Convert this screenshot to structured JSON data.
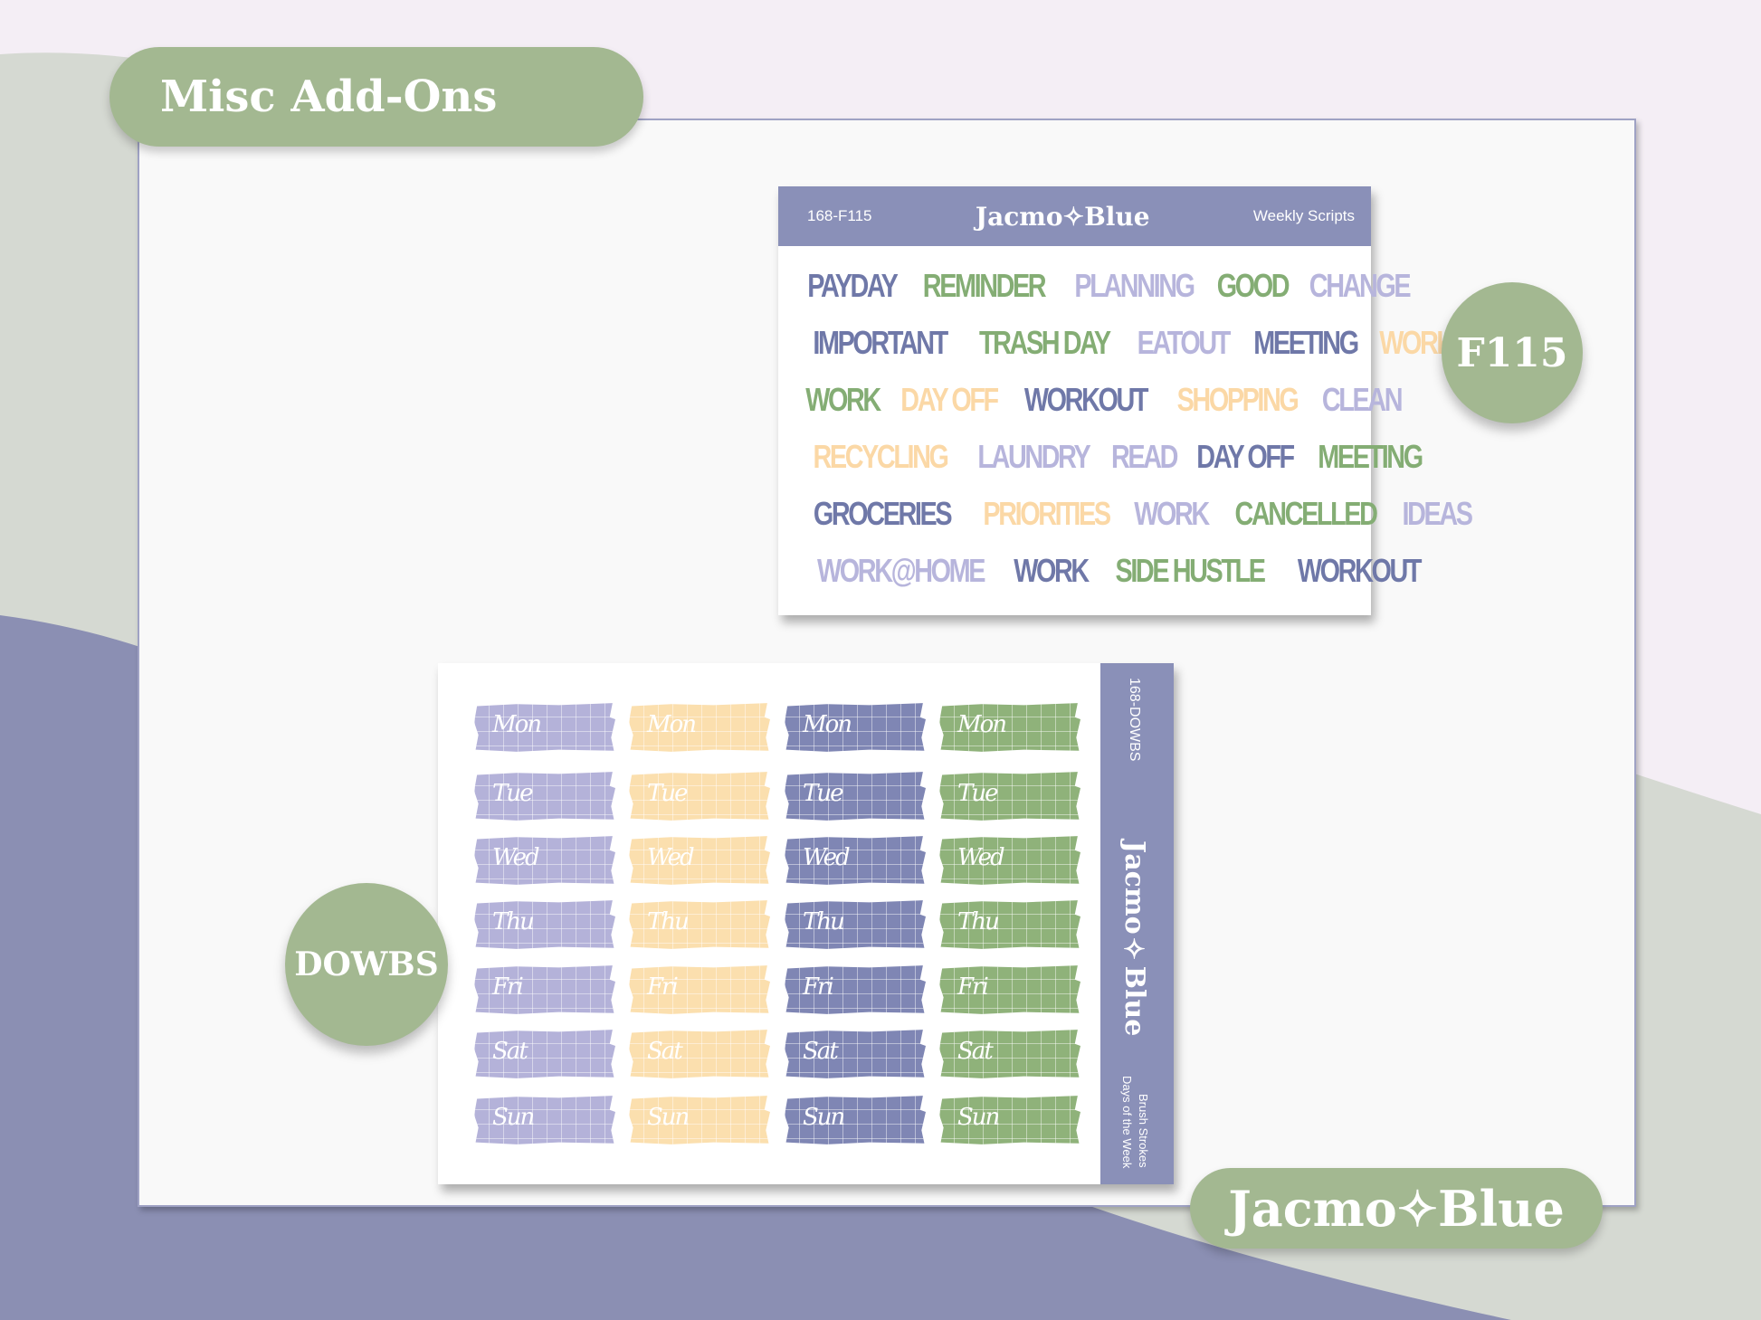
{
  "title": "Misc Add-Ons",
  "brand": "Jacmo✧Blue",
  "colors": {
    "slate": "#6f78a8",
    "green": "#84ad74",
    "lavender": "#b7b5dc",
    "peach": "#fbd8a6",
    "pill": "#a3b891",
    "header": "#8a90b8"
  },
  "f115": {
    "badge": "F115",
    "code": "168-F115",
    "logo": "Jacmo✧Blue",
    "subtitle": "Weekly Scripts",
    "rows": [
      [
        {
          "t": "PAYDAY",
          "c": "slate"
        },
        {
          "t": "REMINDER",
          "c": "green"
        },
        {
          "t": "PLANNING",
          "c": "lavender"
        },
        {
          "t": "GOOD",
          "c": "green"
        },
        {
          "t": "CHANGE",
          "c": "lavender"
        }
      ],
      [
        {
          "t": "IMPORTANT",
          "c": "slate"
        },
        {
          "t": "TRASH DAY",
          "c": "green"
        },
        {
          "t": "EATOUT",
          "c": "lavender"
        },
        {
          "t": "MEETING",
          "c": "slate"
        },
        {
          "t": "WORK",
          "c": "peach"
        }
      ],
      [
        {
          "t": "WORK",
          "c": "green"
        },
        {
          "t": "DAY OFF",
          "c": "peach"
        },
        {
          "t": "WORKOUT",
          "c": "slate"
        },
        {
          "t": "SHOPPING",
          "c": "peach"
        },
        {
          "t": "CLEAN",
          "c": "lavender"
        }
      ],
      [
        {
          "t": "RECYCLING",
          "c": "peach"
        },
        {
          "t": "LAUNDRY",
          "c": "lavender"
        },
        {
          "t": "READ",
          "c": "lavender"
        },
        {
          "t": "DAY OFF",
          "c": "slate"
        },
        {
          "t": "MEETING",
          "c": "green"
        }
      ],
      [
        {
          "t": "GROCERIES",
          "c": "slate"
        },
        {
          "t": "PRIORITIES",
          "c": "peach"
        },
        {
          "t": "WORK",
          "c": "lavender"
        },
        {
          "t": "CANCELLED",
          "c": "green"
        },
        {
          "t": "IDEAS",
          "c": "lavender"
        }
      ],
      [
        {
          "t": "WORK@HOME",
          "c": "lavender"
        },
        {
          "t": "WORK",
          "c": "slate"
        },
        {
          "t": "SIDE HUSTLE",
          "c": "green"
        },
        {
          "t": "WORKOUT",
          "c": "slate"
        }
      ]
    ]
  },
  "dowbs": {
    "badge": "DOWBS",
    "code": "168-DOWBS",
    "logo": "Jacmo✧Blue",
    "subtitle_1": "Brush Strokes",
    "subtitle_2": "Days of the Week",
    "days": [
      "Mon",
      "Tue",
      "Wed",
      "Thu",
      "Fri",
      "Sat",
      "Sun"
    ],
    "column_colors": [
      "#b4b2d9",
      "#fbdfae",
      "#7f86b4",
      "#8fb27a"
    ]
  }
}
